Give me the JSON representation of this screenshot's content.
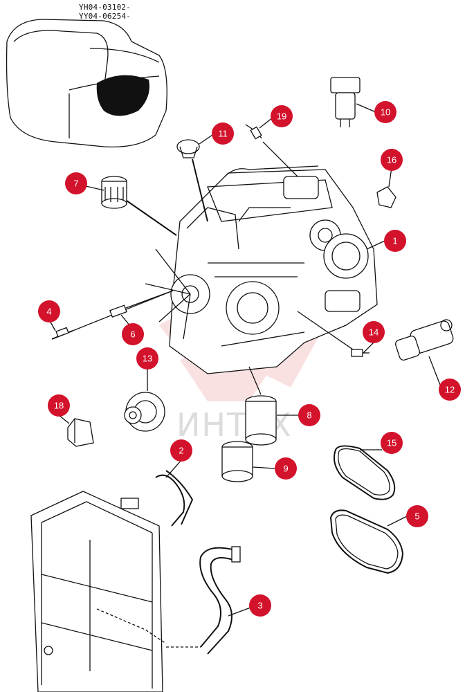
{
  "header": {
    "code_line_1": "YH04-03102-",
    "code_line_2": "YY04-06254-"
  },
  "watermark": {
    "text": "ИНТЕХ",
    "color": "#dcdcdc",
    "logo_color": "#f5c9c9"
  },
  "colors": {
    "callout": "#d3122b",
    "line": "#111111"
  },
  "callouts": [
    {
      "id": "1",
      "part": "engine-block"
    },
    {
      "id": "2",
      "part": "upper-radiator-hose"
    },
    {
      "id": "3",
      "part": "lower-radiator-hose"
    },
    {
      "id": "4",
      "part": "glow-plug"
    },
    {
      "id": "5",
      "part": "v-belt"
    },
    {
      "id": "6",
      "part": "temperature-sensor"
    },
    {
      "id": "7",
      "part": "fuel-filter"
    },
    {
      "id": "8",
      "part": "oil-filter"
    },
    {
      "id": "9",
      "part": "fuel-filter-cartridge"
    },
    {
      "id": "10",
      "part": "water-separator"
    },
    {
      "id": "11",
      "part": "thermostat"
    },
    {
      "id": "12",
      "part": "starter-motor"
    },
    {
      "id": "13",
      "part": "alternator"
    },
    {
      "id": "14",
      "part": "oil-pressure-switch"
    },
    {
      "id": "15",
      "part": "fan-belt"
    },
    {
      "id": "16",
      "part": "gasket"
    },
    {
      "id": "18",
      "part": "engine-mount"
    },
    {
      "id": "19",
      "part": "sensor"
    }
  ]
}
